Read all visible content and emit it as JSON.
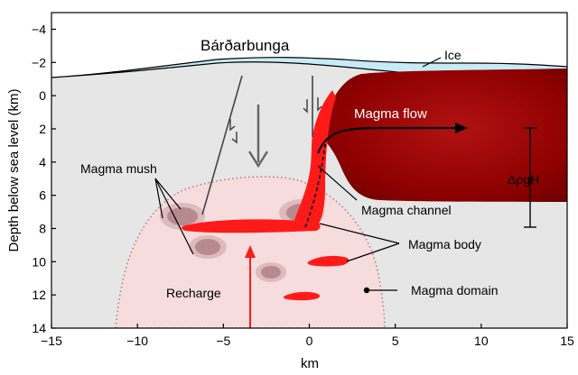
{
  "figure": {
    "volcano_label": "Bárðarbunga",
    "ice_label": "Ice",
    "flow_label": "Magma flow",
    "mush_label": "Magma mush",
    "channel_label": "Magma channel",
    "body_label": "Magma body",
    "domain_label": "Magma domain",
    "recharge_label": "Recharge",
    "pressure_label": "ΔρgH"
  },
  "axes": {
    "xlabel": "km",
    "ylabel": "Depth below sea level (km)",
    "xlim": [
      -15,
      15
    ],
    "ylim": [
      14,
      -5
    ],
    "x_ticks": [
      {
        "v": -15,
        "t": "−15"
      },
      {
        "v": -10,
        "t": "−10"
      },
      {
        "v": -5,
        "t": "−5"
      },
      {
        "v": 0,
        "t": "0"
      },
      {
        "v": 5,
        "t": "5"
      },
      {
        "v": 10,
        "t": "10"
      },
      {
        "v": 15,
        "t": "15"
      }
    ],
    "y_ticks": [
      {
        "v": -4,
        "t": "−4"
      },
      {
        "v": -2,
        "t": "−2"
      },
      {
        "v": 0,
        "t": "0"
      },
      {
        "v": 2,
        "t": "2"
      },
      {
        "v": 4,
        "t": "4"
      },
      {
        "v": 6,
        "t": "6"
      },
      {
        "v": 8,
        "t": "8"
      },
      {
        "v": 10,
        "t": "10"
      },
      {
        "v": 12,
        "t": "12"
      },
      {
        "v": 14,
        "t": "14"
      }
    ]
  },
  "colors": {
    "crust": "#e6e6e6",
    "ice": "#c8ecf6",
    "domain": "#f6dcdc",
    "magma_red": "#ff1a1a",
    "flow_dark": "#8e0000",
    "arrow_grey": "#666666"
  }
}
